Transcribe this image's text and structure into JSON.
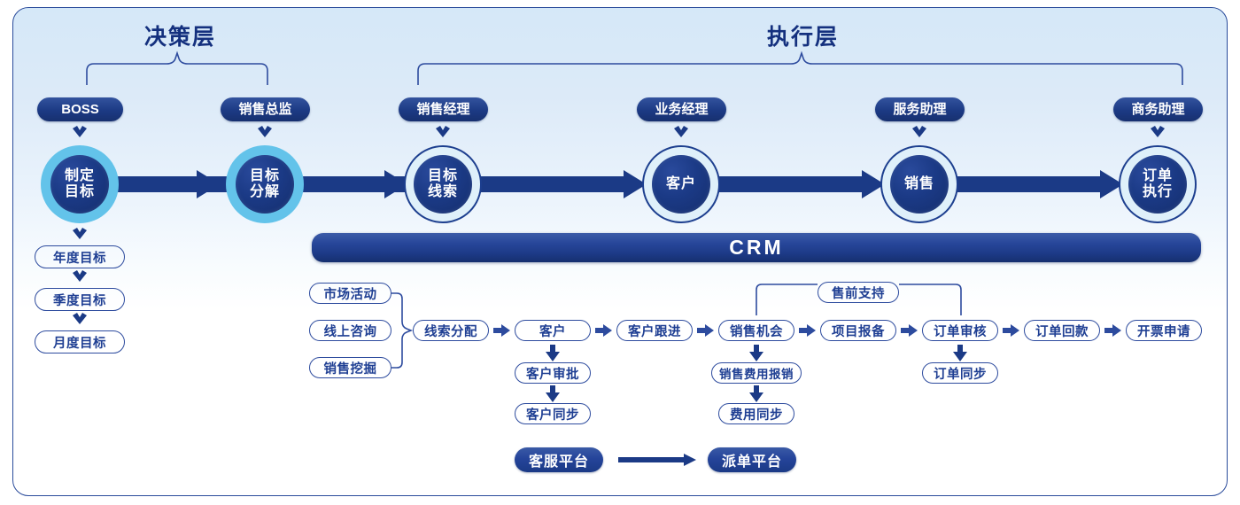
{
  "diagram": {
    "title_sections": [
      {
        "key": "decision",
        "label": "决策层"
      },
      {
        "key": "execution",
        "label": "执行层"
      }
    ],
    "roles": [
      {
        "label": "BOSS"
      },
      {
        "label": "销售总监"
      },
      {
        "label": "销售经理"
      },
      {
        "label": "业务经理"
      },
      {
        "label": "服务助理"
      },
      {
        "label": "商务助理"
      }
    ],
    "stages": [
      {
        "label": "制定\n目标",
        "line1": "制定",
        "line2": "目标",
        "ring": "solid"
      },
      {
        "label": "目标\n分解",
        "line1": "目标",
        "line2": "分解",
        "ring": "solid"
      },
      {
        "label": "目标\n线索",
        "line1": "目标",
        "line2": "线索",
        "ring": "hollow"
      },
      {
        "label": "客户",
        "line1": "客户",
        "line2": "",
        "ring": "hollow"
      },
      {
        "label": "销售",
        "line1": "销售",
        "line2": "",
        "ring": "hollow"
      },
      {
        "label": "订单\n执行",
        "line1": "订单",
        "line2": "执行",
        "ring": "hollow"
      }
    ],
    "goal_chain": [
      {
        "label": "年度目标"
      },
      {
        "label": "季度目标"
      },
      {
        "label": "月度目标"
      }
    ],
    "crm": {
      "label": "CRM"
    },
    "lead_sources": [
      {
        "label": "市场活动"
      },
      {
        "label": "线上咨询"
      },
      {
        "label": "销售挖掘"
      }
    ],
    "main_flow": [
      {
        "label": "线索分配"
      },
      {
        "label": "客户"
      },
      {
        "label": "客户跟进"
      },
      {
        "label": "销售机会"
      },
      {
        "label": "项目报备"
      },
      {
        "label": "订单审核"
      },
      {
        "label": "订单回款"
      },
      {
        "label": "开票申请"
      }
    ],
    "customer_branch": [
      {
        "label": "客户审批"
      },
      {
        "label": "客户同步"
      }
    ],
    "opportunity_branch": [
      {
        "label": "销售费用报销"
      },
      {
        "label": "费用同步"
      }
    ],
    "order_branch": [
      {
        "label": "订单同步"
      }
    ],
    "presales": {
      "label": "售前支持"
    },
    "platforms": {
      "source": {
        "label": "客服平台"
      },
      "target": {
        "label": "派单平台"
      }
    },
    "colors": {
      "navy": "#1b3a86",
      "deep_navy": "#14307e",
      "outline_blue": "#2d4b9e",
      "cyan_ring": "#63c3ea",
      "pale_ring": "#dff0fa",
      "panel_top": "#d5e8f8",
      "panel_bottom": "#ffffff"
    }
  }
}
